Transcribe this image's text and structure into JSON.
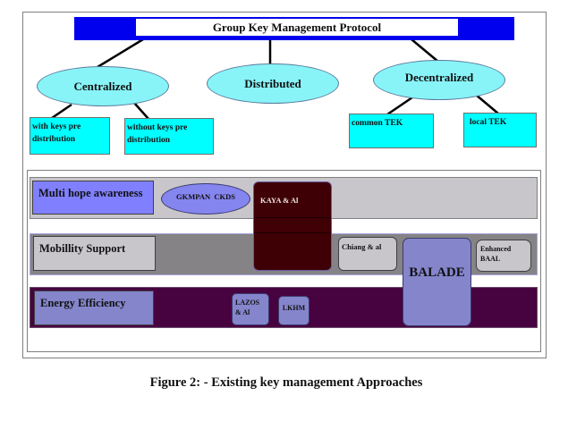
{
  "title": "Group Key Management Protocol",
  "categories": [
    {
      "label": "Centralized",
      "children": [
        "with keys pre distribution",
        "without keys pre distribution"
      ]
    },
    {
      "label": "Distributed",
      "children": []
    },
    {
      "label": "Decentralized",
      "children": [
        "common TEK",
        "local TEK"
      ]
    }
  ],
  "leaf_lines": {
    "with_keys": [
      "with keys pre",
      "distribution"
    ],
    "without_keys": [
      "without keys pre",
      "distribution"
    ]
  },
  "properties": {
    "multi_hop": "Multi hope awareness",
    "mobility": "Mobillity Support",
    "energy": "Energy Efficiency"
  },
  "schemes": {
    "gkmpan": "GKMPAN  CKDS",
    "kaya": "KAYA & Al",
    "chiang": "Chiang & al",
    "balade": "BALADE",
    "baal": [
      "Enhanced",
      "BAAL"
    ],
    "lazos": [
      "LAZOS",
      "& Al"
    ],
    "lkhm": "LKHM"
  },
  "caption": "Figure 2: - Existing key management Approaches",
  "colors": {
    "title_bar": "#0000ee",
    "category_fill": "#88f4f8",
    "leaf_fill": "#00ffff",
    "multi_hop_row": "#c8c6cb",
    "mobility_row": "#858386",
    "energy_row": "#470340",
    "kaya_fill": "#3e0005",
    "balade_fill": "#8585cc"
  }
}
